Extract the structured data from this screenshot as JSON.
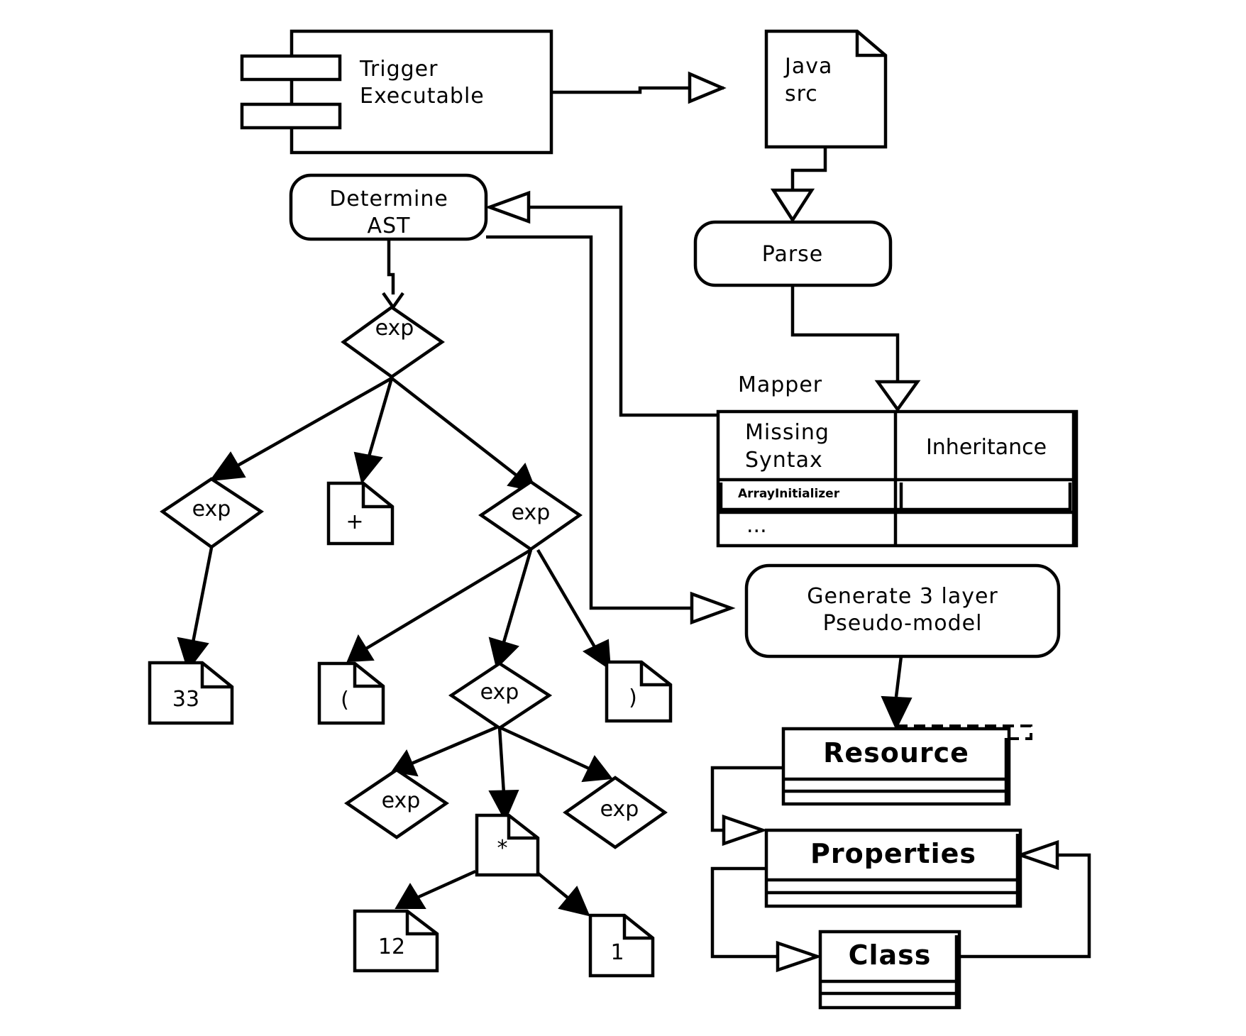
{
  "component": {
    "line1": "Trigger",
    "line2": "Executable"
  },
  "java_src": {
    "line1": "Java",
    "line2": "src"
  },
  "determine_ast": {
    "line1": "Determine",
    "line2": "AST"
  },
  "parse": {
    "label": "Parse"
  },
  "mapper": {
    "title": "Mapper",
    "col1_line1": "Missing",
    "col1_line2": "Syntax",
    "col2": "Inheritance",
    "row1": "ArrayInitializer",
    "row2": "..."
  },
  "generate": {
    "line1": "Generate 3 layer",
    "line2": "Pseudo-model"
  },
  "ast_tree": {
    "exp_label": "exp",
    "plus": "+",
    "n33": "33",
    "lparen": "(",
    "rparen": ")",
    "star": "*",
    "n12": "12",
    "n1": "1"
  },
  "classes": {
    "resource": "Resource",
    "properties": "Properties",
    "class": "Class"
  }
}
